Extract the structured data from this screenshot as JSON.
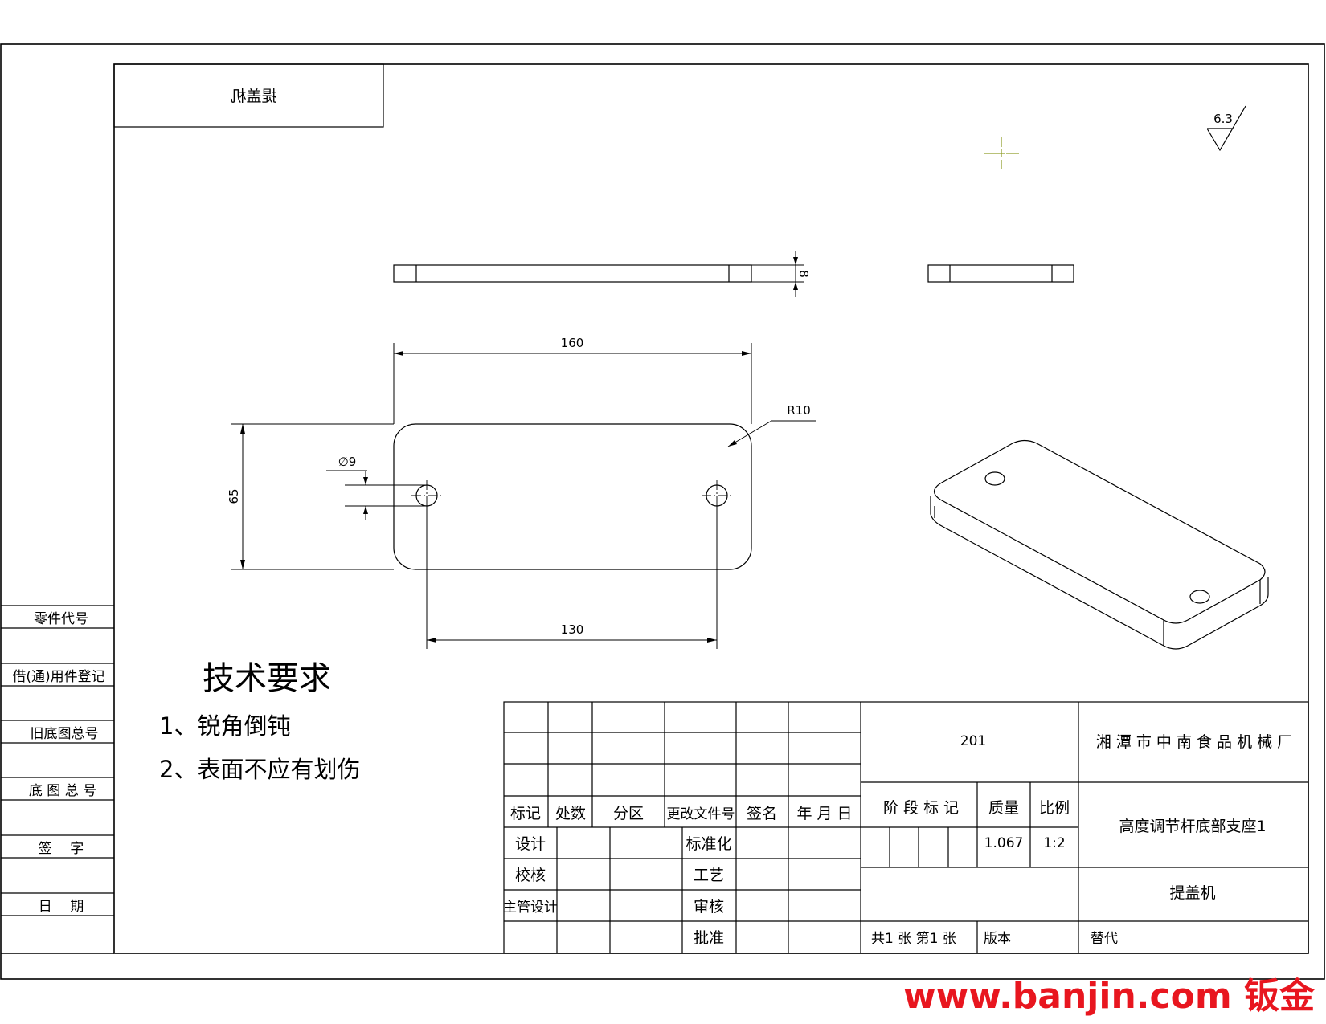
{
  "colors": {
    "line": "#000000",
    "watermark": "#e8161f",
    "marker": "#8a9a20"
  },
  "header_box": {
    "title_mirrored": "提盖机"
  },
  "roughness": {
    "value": "6.3"
  },
  "dimensions": {
    "thickness": "8",
    "length": "160",
    "width": "65",
    "radius": "R10",
    "hole_diameter": "∅9",
    "hole_spacing": "130"
  },
  "side_register": [
    {
      "label": "零件代号"
    },
    {
      "label": "借(通)用件登记"
    },
    {
      "label": "旧底图总号"
    },
    {
      "label": "底 图 总 号"
    },
    {
      "label": "签　 字"
    },
    {
      "label": "日　 期"
    }
  ],
  "tech_requirements": {
    "title": "技术要求",
    "items": [
      "1、锐角倒钝",
      "2、表面不应有划伤"
    ]
  },
  "title_block": {
    "revision_headers": [
      "标记",
      "处数",
      "分区",
      "更改文件号",
      "签名",
      "年 月 日"
    ],
    "sign_rows": [
      {
        "role": "设计",
        "role2": "标准化"
      },
      {
        "role": "校核",
        "role2": "工艺"
      },
      {
        "role": "主管设计",
        "role2": "审核"
      },
      {
        "role": "",
        "role2": "批准"
      }
    ],
    "drawing_number": "201",
    "company": "湘 潭 市 中 南 食 品 机 械 厂",
    "part_name": "高度调节杆底部支座1",
    "stage_mark_label": "阶 段 标 记",
    "mass_label": "质量",
    "scale_label": "比例",
    "mass_value": "1.067",
    "scale_value": "1:2",
    "sheet_info": "共1 张   第1 张",
    "version_label": "版本",
    "product": "提盖机",
    "replace_label": "替代"
  },
  "watermark": "www.banjin.com 钣金"
}
